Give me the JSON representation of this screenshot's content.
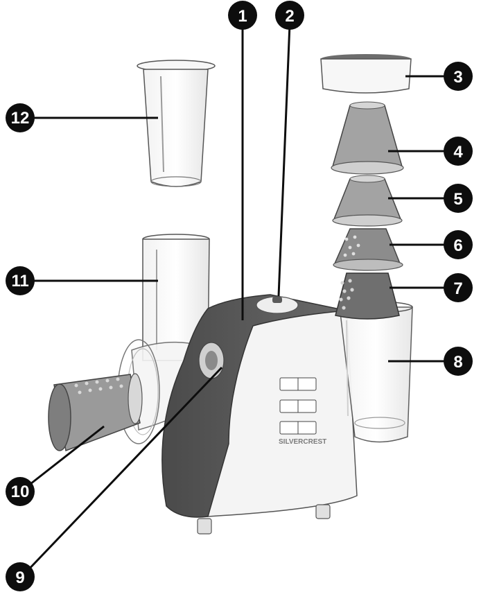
{
  "brand_label": "SILVERCREST",
  "callouts": [
    "1",
    "2",
    "3",
    "4",
    "5",
    "6",
    "7",
    "8",
    "9",
    "10",
    "11",
    "12"
  ],
  "colors": {
    "body_dark": "#5b5b5b",
    "body_light": "#f4f4f4",
    "drum_grey": "#8d8d8d",
    "outline": "#3a3a3a",
    "callout": "#0d0d0d"
  }
}
